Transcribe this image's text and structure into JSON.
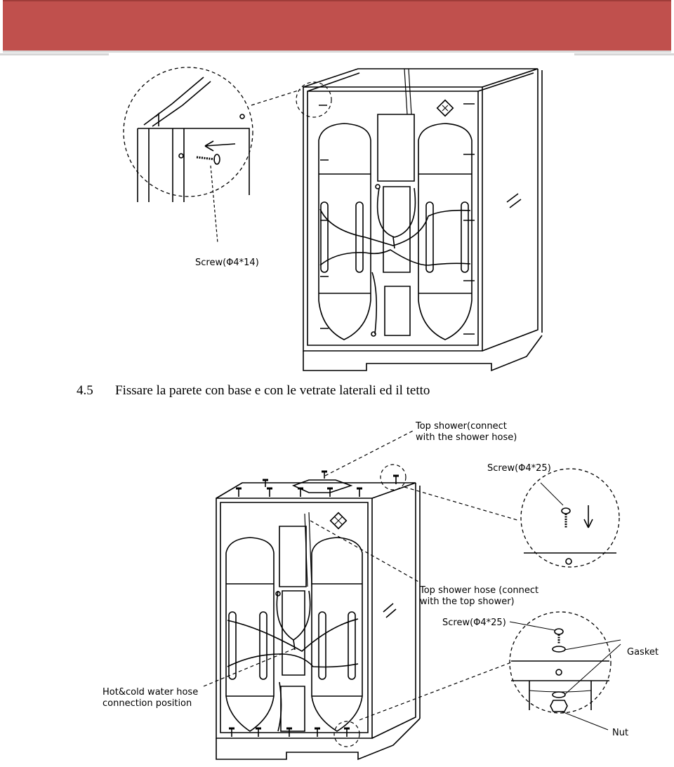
{
  "header": {
    "color": "#c0504d"
  },
  "figure1": {
    "screw_label": "Screw(Φ4*14)"
  },
  "section": {
    "number": "4.5",
    "title": "Fissare la parete con  base e con le vetrate laterali  ed il tetto"
  },
  "figure2": {
    "top_shower_line1": "Top shower(connect",
    "top_shower_line2": "with the shower hose)",
    "screw_top_label": "Screw(Φ4*25)",
    "hose_line1": "Top shower hose (connect",
    "hose_line2": "with the top shower)",
    "screw_bottom_label": "Screw(Φ4*25)",
    "gasket_label": "Gasket",
    "water_line1": "Hot&cold water hose",
    "water_line2": "connection position",
    "nut_label": "Nut"
  }
}
